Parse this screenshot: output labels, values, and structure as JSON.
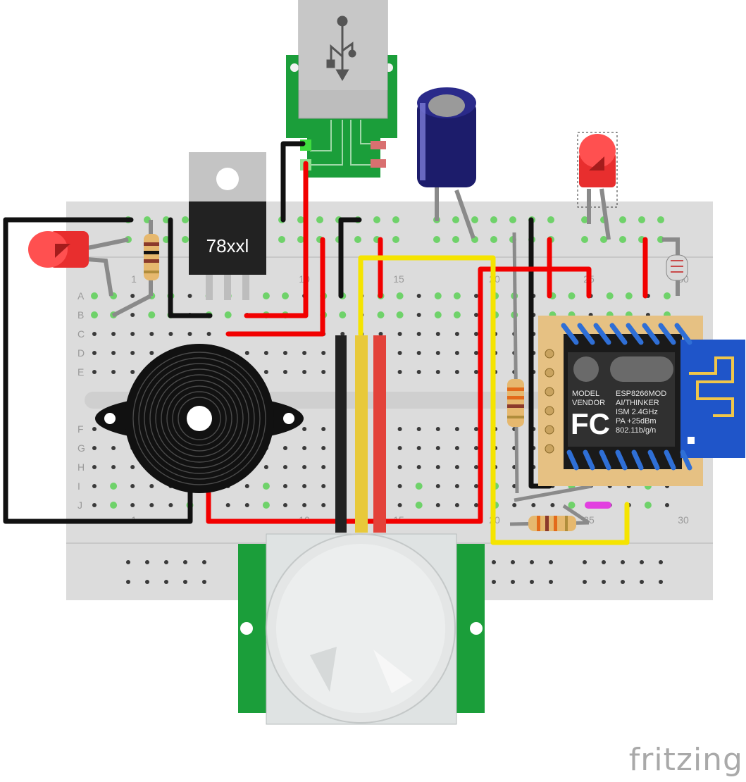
{
  "regulator": {
    "label": "78xxl"
  },
  "breadboard": {
    "rows_top": [
      "A",
      "B",
      "C",
      "D",
      "E"
    ],
    "rows_bottom": [
      "F",
      "G",
      "H",
      "I",
      "J"
    ],
    "col_numbers": [
      "1",
      "10",
      "15",
      "20",
      "25",
      "30"
    ]
  },
  "esp_module": {
    "model_label": "MODEL",
    "vendor_label": "VENDOR",
    "fc_mark": "FC",
    "spec_lines": [
      "ESP8266MOD",
      "AI/THINKER",
      "ISM 2.4GHz",
      "PA  +25dBm",
      "802.11b/g/n"
    ]
  },
  "brand": {
    "text": "fritzing"
  },
  "colors": {
    "wire_red": "#f20000",
    "wire_black": "#111111",
    "wire_yellow": "#f5e400",
    "wire_gray": "#8a8a8a",
    "breadboard": "#dcdcdc",
    "pcb_green": "#1b9e3a",
    "hole_green": "#6fd26a"
  }
}
